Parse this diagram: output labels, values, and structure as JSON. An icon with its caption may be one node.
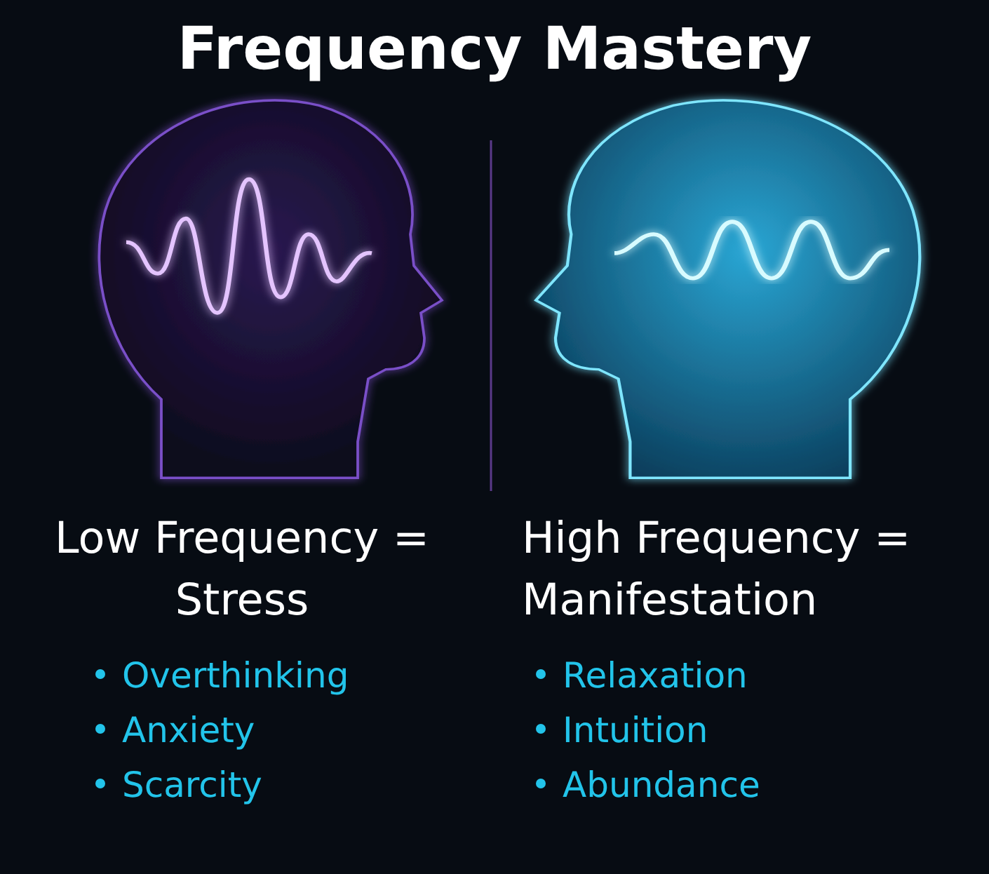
{
  "diagram": {
    "title": "Frequency Mastery",
    "labels": [
      "Low Frequency = Stress",
      "Overthinking",
      "Anxiety",
      "Scarcity",
      "High Frequency = Manifestation",
      "Relaxation",
      "Intuition",
      "Abundance"
    ]
  }
}
